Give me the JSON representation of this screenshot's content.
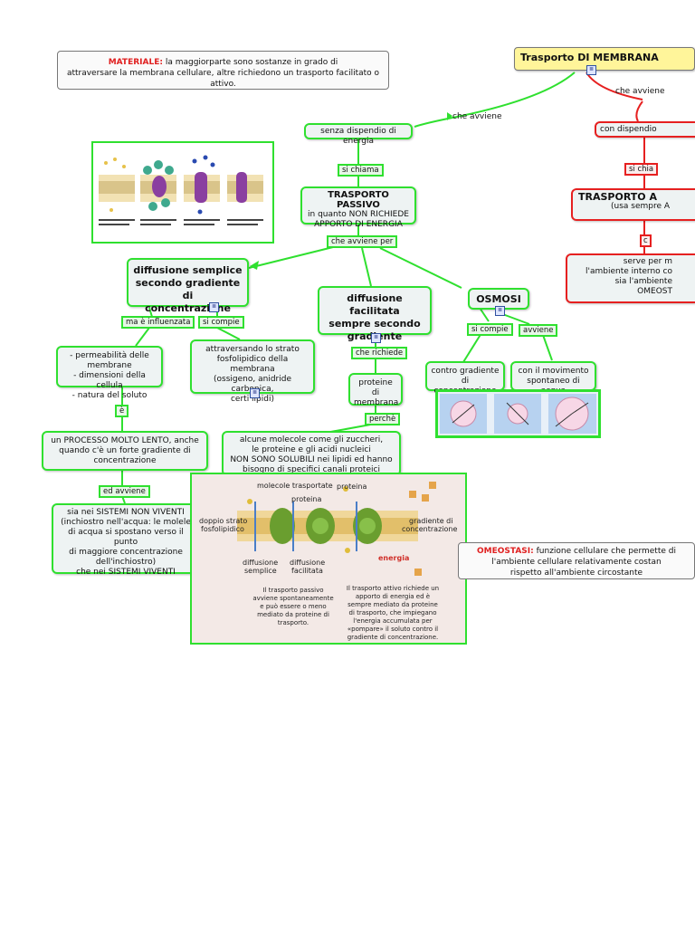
{
  "materiale": {
    "label": "MATERIALE:",
    "text1": "la maggiorparte sono sostanze in grado di",
    "text2": "attraversare la membrana cellulare, altre richiedono un trasporto facilitato o attivo."
  },
  "root": {
    "title": "Trasporto DI MEMBRANA",
    "link_right": "che avviene",
    "link_left": "che avviene"
  },
  "passive_branch": {
    "node": "senza dispendio di energia",
    "link": "si chiama"
  },
  "active_branch": {
    "node": "con dispendio",
    "link": "si chia"
  },
  "passivo": {
    "title": "TRASPORTO PASSIVO",
    "line1": "in quanto NON RICHIEDE",
    "line2": "APPORTO DI ENERGIA",
    "link": "che avviene per"
  },
  "attivo": {
    "title": "TRASPORTO A",
    "sub": "(usa sempre A",
    "link": "c",
    "serve1": "serve per m",
    "serve2": "l'ambiente interno co",
    "serve3": "sia l'ambiente",
    "serve4": "OMEOST"
  },
  "semplice": {
    "line1": "diffusione semplice",
    "line2": "secondo gradiente di",
    "line3": "concentrazione",
    "link_left": "ma è influenzata",
    "link_right": "si compie"
  },
  "facilitata": {
    "line1": "diffusione facilitata",
    "line2": "sempre secondo",
    "line3": "gradiente",
    "link": "che richiede"
  },
  "osmosi": {
    "title": "OSMOSI",
    "link_left": "si compie",
    "link_right": "avviene"
  },
  "fattori": {
    "l1": "- permeabilità delle membrane",
    "l2": "- dimensioni della cellula",
    "l3": "- natura del soluto",
    "link": "è"
  },
  "strato": {
    "l1": "attraversando lo strato",
    "l2": "fosfolipidico della membrana",
    "l3": "(ossigeno, anidride carbonica,",
    "l4": "certi lipidi)"
  },
  "proteine": {
    "l1": "proteine di",
    "l2": "membrana",
    "link": "perchè"
  },
  "contro": {
    "l1": "contro gradiente",
    "l2": "di concentrazione"
  },
  "movimento": {
    "l1": "con il movimento",
    "l2": "spontaneo di acqua"
  },
  "lento": {
    "l1": "un PROCESSO MOLTO LENTO, anche",
    "l2": "quando c'è un forte gradiente di",
    "l3": "concentrazione",
    "link": "ed avviene"
  },
  "molecole": {
    "l1": "alcune molecole come gli zuccheri,",
    "l2": "le proteine e gli acidi nucleici",
    "l3": "NON SONO SOLUBILI nei lipidi ed hanno",
    "l4": "bisogno di specifici canali proteici"
  },
  "sistemi": {
    "l1": "sia nei SISTEMI NON VIVENTI",
    "l2": "(inchiostro nell'acqua: le molele",
    "l3": "di acqua si spostano verso il punto",
    "l4": "di maggiore concentrazione",
    "l5": "dell'inchiostro)",
    "l6": "che nei SISTEMI VIVENTI"
  },
  "omeostasi": {
    "label": "OMEOSTASI:",
    "l1": "funzione cellulare che permette di",
    "l2": "l'ambiente cellulare relativamente costan",
    "l3": "rispetto all'ambiente circostante"
  },
  "figure": {
    "molecole_trasportate": "molecole trasportate",
    "proteina_left": "proteina",
    "proteina_right": "proteina",
    "doppio_strato": "doppio strato",
    "fosfolipidico": "fosfolipidico",
    "gradiente1": "gradiente di",
    "gradiente2": "concentrazione",
    "diff_semplice1": "diffusione",
    "diff_semplice2": "semplice",
    "diff_facilitata1": "diffusione",
    "diff_facilitata2": "facilitata",
    "energia": "energia",
    "passivo_caption": [
      "Il trasporto passivo",
      "avviene spontaneamente",
      "e può essere o meno",
      "mediato da proteine di",
      "trasporto."
    ],
    "attivo_caption": [
      "Il trasporto attivo richiede un",
      "apporto di energia ed è",
      "sempre mediato da proteine",
      "di trasporto, che impiegano",
      "l'energia accumulata per",
      "«pompare» il soluto contro il",
      "gradiente di concentrazione."
    ]
  },
  "colors": {
    "green": "#2fe02f",
    "red": "#e62020",
    "box_bg": "#eef3f3"
  }
}
